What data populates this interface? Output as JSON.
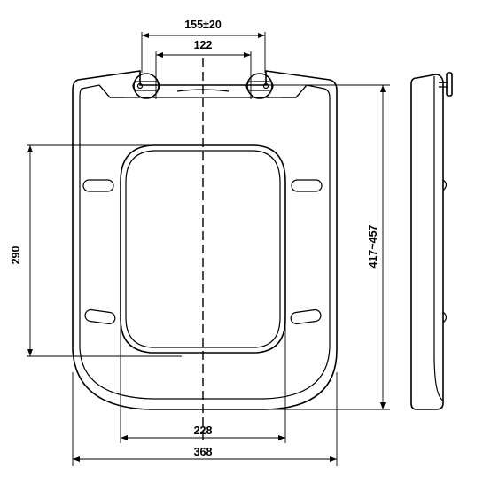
{
  "dimensions": {
    "hinge_spacing_range": "155±20",
    "hinge_spacing": "122",
    "inner_opening_height": "290",
    "overall_length_range": "417~457",
    "inner_opening_width": "228",
    "overall_width": "368"
  },
  "colors": {
    "line": "#000000",
    "background": "#ffffff"
  }
}
